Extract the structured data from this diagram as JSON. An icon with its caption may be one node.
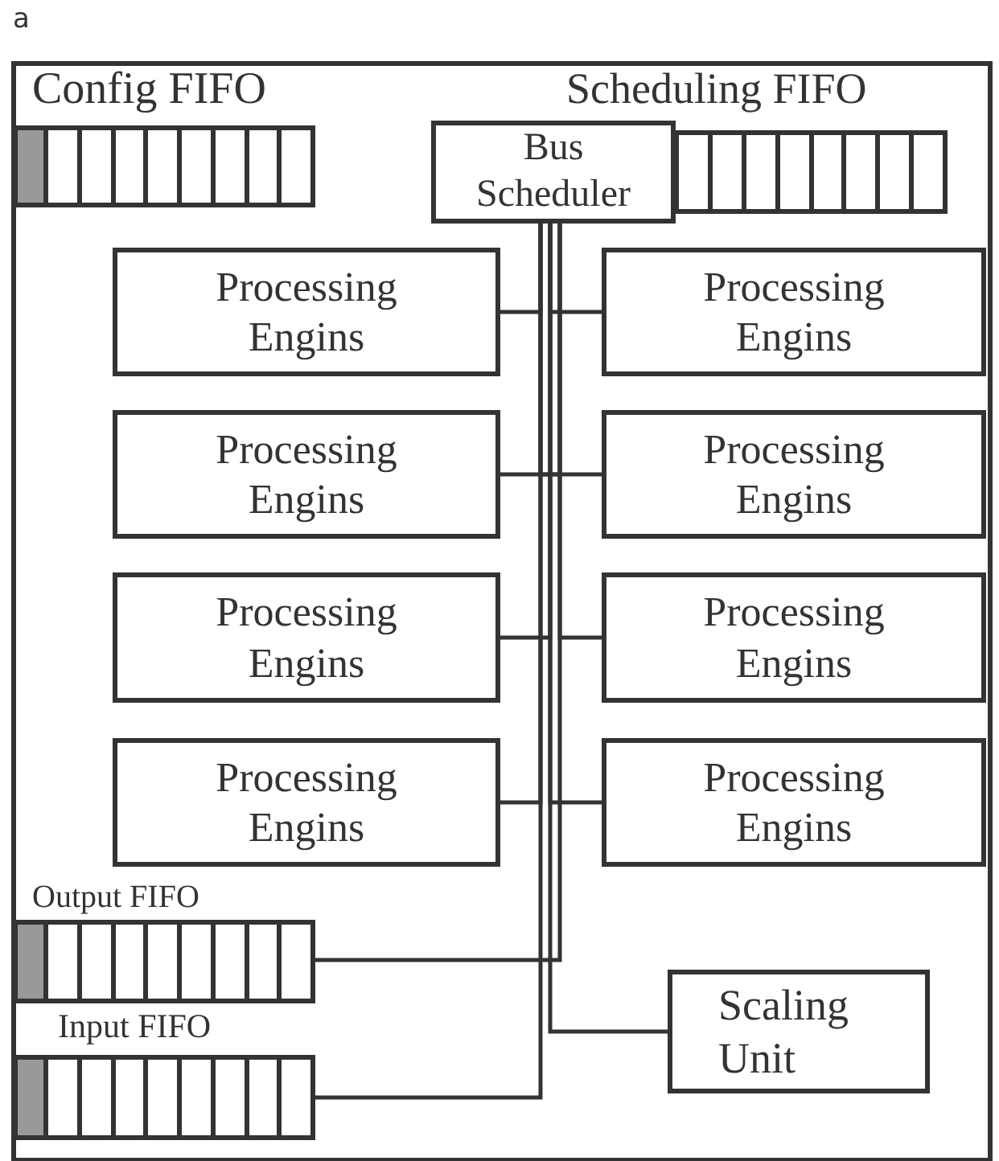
{
  "diagram": {
    "nodes": [
      {
        "text": [
          "Config FIFO"
        ]
      },
      {
        "text": [
          "Bus Scheduler"
        ]
      },
      {
        "text": [
          "Scheduling FIFO"
        ]
      },
      {
        "text": [
          "Processing Engins"
        ]
      },
      {
        "text": [
          "Processing Engins"
        ]
      },
      {
        "text": [
          "Processing Engins"
        ]
      },
      {
        "text": [
          "Processing Engins"
        ]
      },
      {
        "text": [
          "Processing Engins"
        ]
      },
      {
        "text": [
          "Processing Engins"
        ]
      },
      {
        "text": [
          "Processing Engins"
        ]
      },
      {
        "text": [
          "Processing Engins"
        ]
      },
      {
        "text": [
          "Output FIFO"
        ]
      },
      {
        "text": [
          "Input FIFO"
        ]
      },
      {
        "text": [
          "Scaling Unit"
        ]
      }
    ],
    "edges": [
      {
        "from": 1,
        "to": 3,
        "arrow": "none"
      },
      {
        "from": 1,
        "to": 4,
        "arrow": "none"
      },
      {
        "from": 1,
        "to": 5,
        "arrow": "none"
      },
      {
        "from": 1,
        "to": 6,
        "arrow": "none"
      },
      {
        "from": 1,
        "to": 7,
        "arrow": "none"
      },
      {
        "from": 1,
        "to": 8,
        "arrow": "none"
      },
      {
        "from": 1,
        "to": 9,
        "arrow": "none"
      },
      {
        "from": 1,
        "to": 10,
        "arrow": "none"
      },
      {
        "from": 1,
        "to": 11,
        "arrow": "none"
      },
      {
        "from": 1,
        "to": 12,
        "arrow": "none"
      },
      {
        "from": 1,
        "to": 13,
        "arrow": "none"
      }
    ],
    "labels": [
      "a"
    ]
  }
}
